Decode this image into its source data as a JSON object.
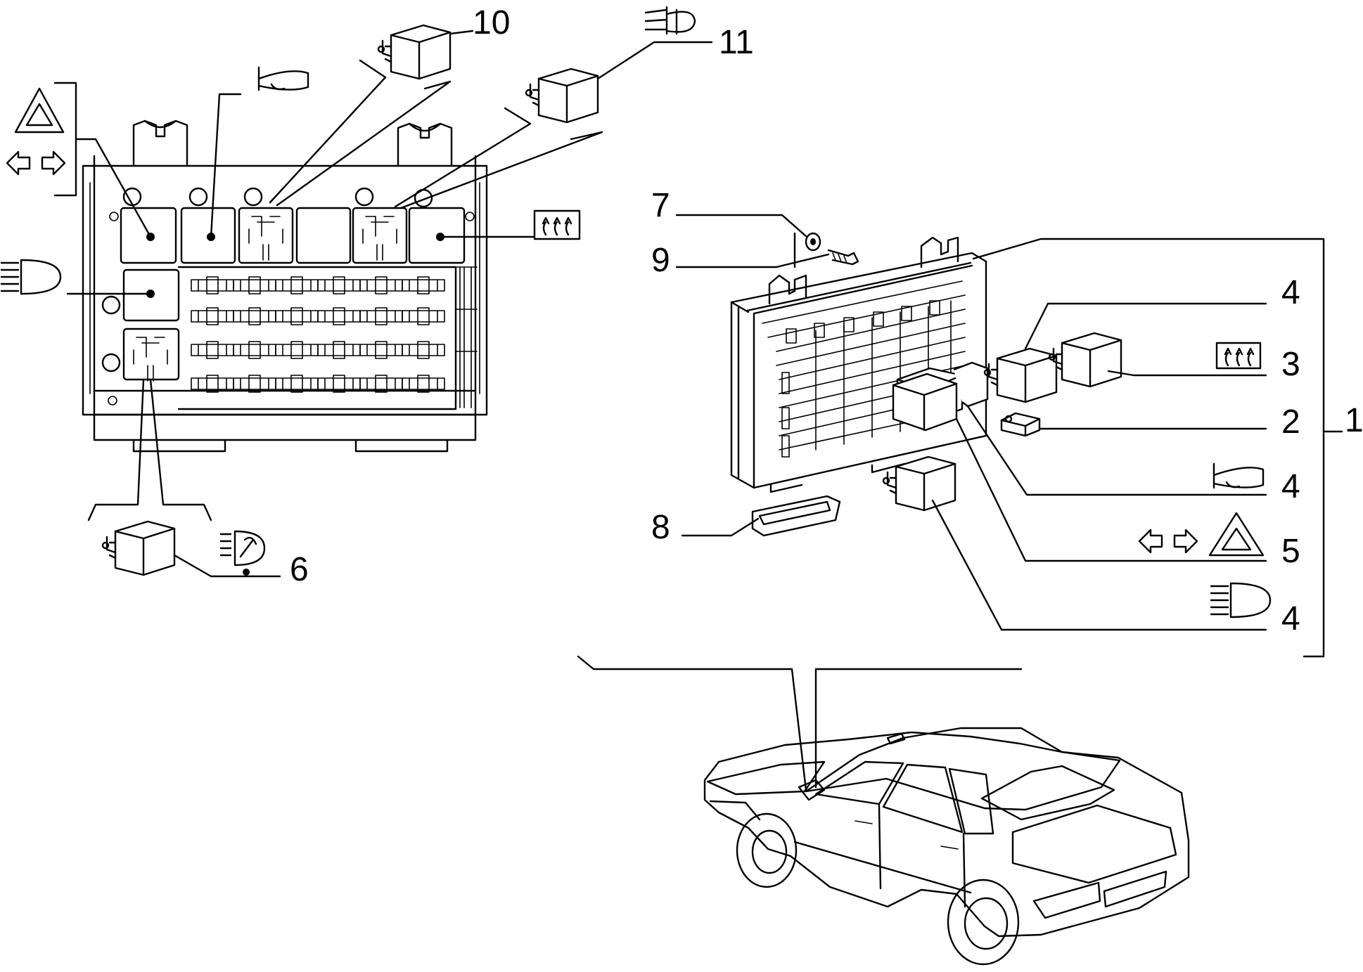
{
  "callouts": {
    "c1": "1",
    "c2": "2",
    "c3": "3",
    "c4a": "4",
    "c4b": "4",
    "c4c": "4",
    "c5": "5",
    "c6": "6",
    "c7": "7",
    "c8": "8",
    "c9": "9",
    "c10": "10",
    "c11": "11"
  },
  "icons": {
    "hazard": "hazard-warning-icon",
    "turn": "turn-signal-arrows-icon",
    "horn": "horn-icon",
    "fog": "fog-light-icon",
    "rear_defrost": "rear-window-defrost-icon",
    "headlight": "low-beam-headlight-icon",
    "washer": "headlamp-washer-icon"
  }
}
